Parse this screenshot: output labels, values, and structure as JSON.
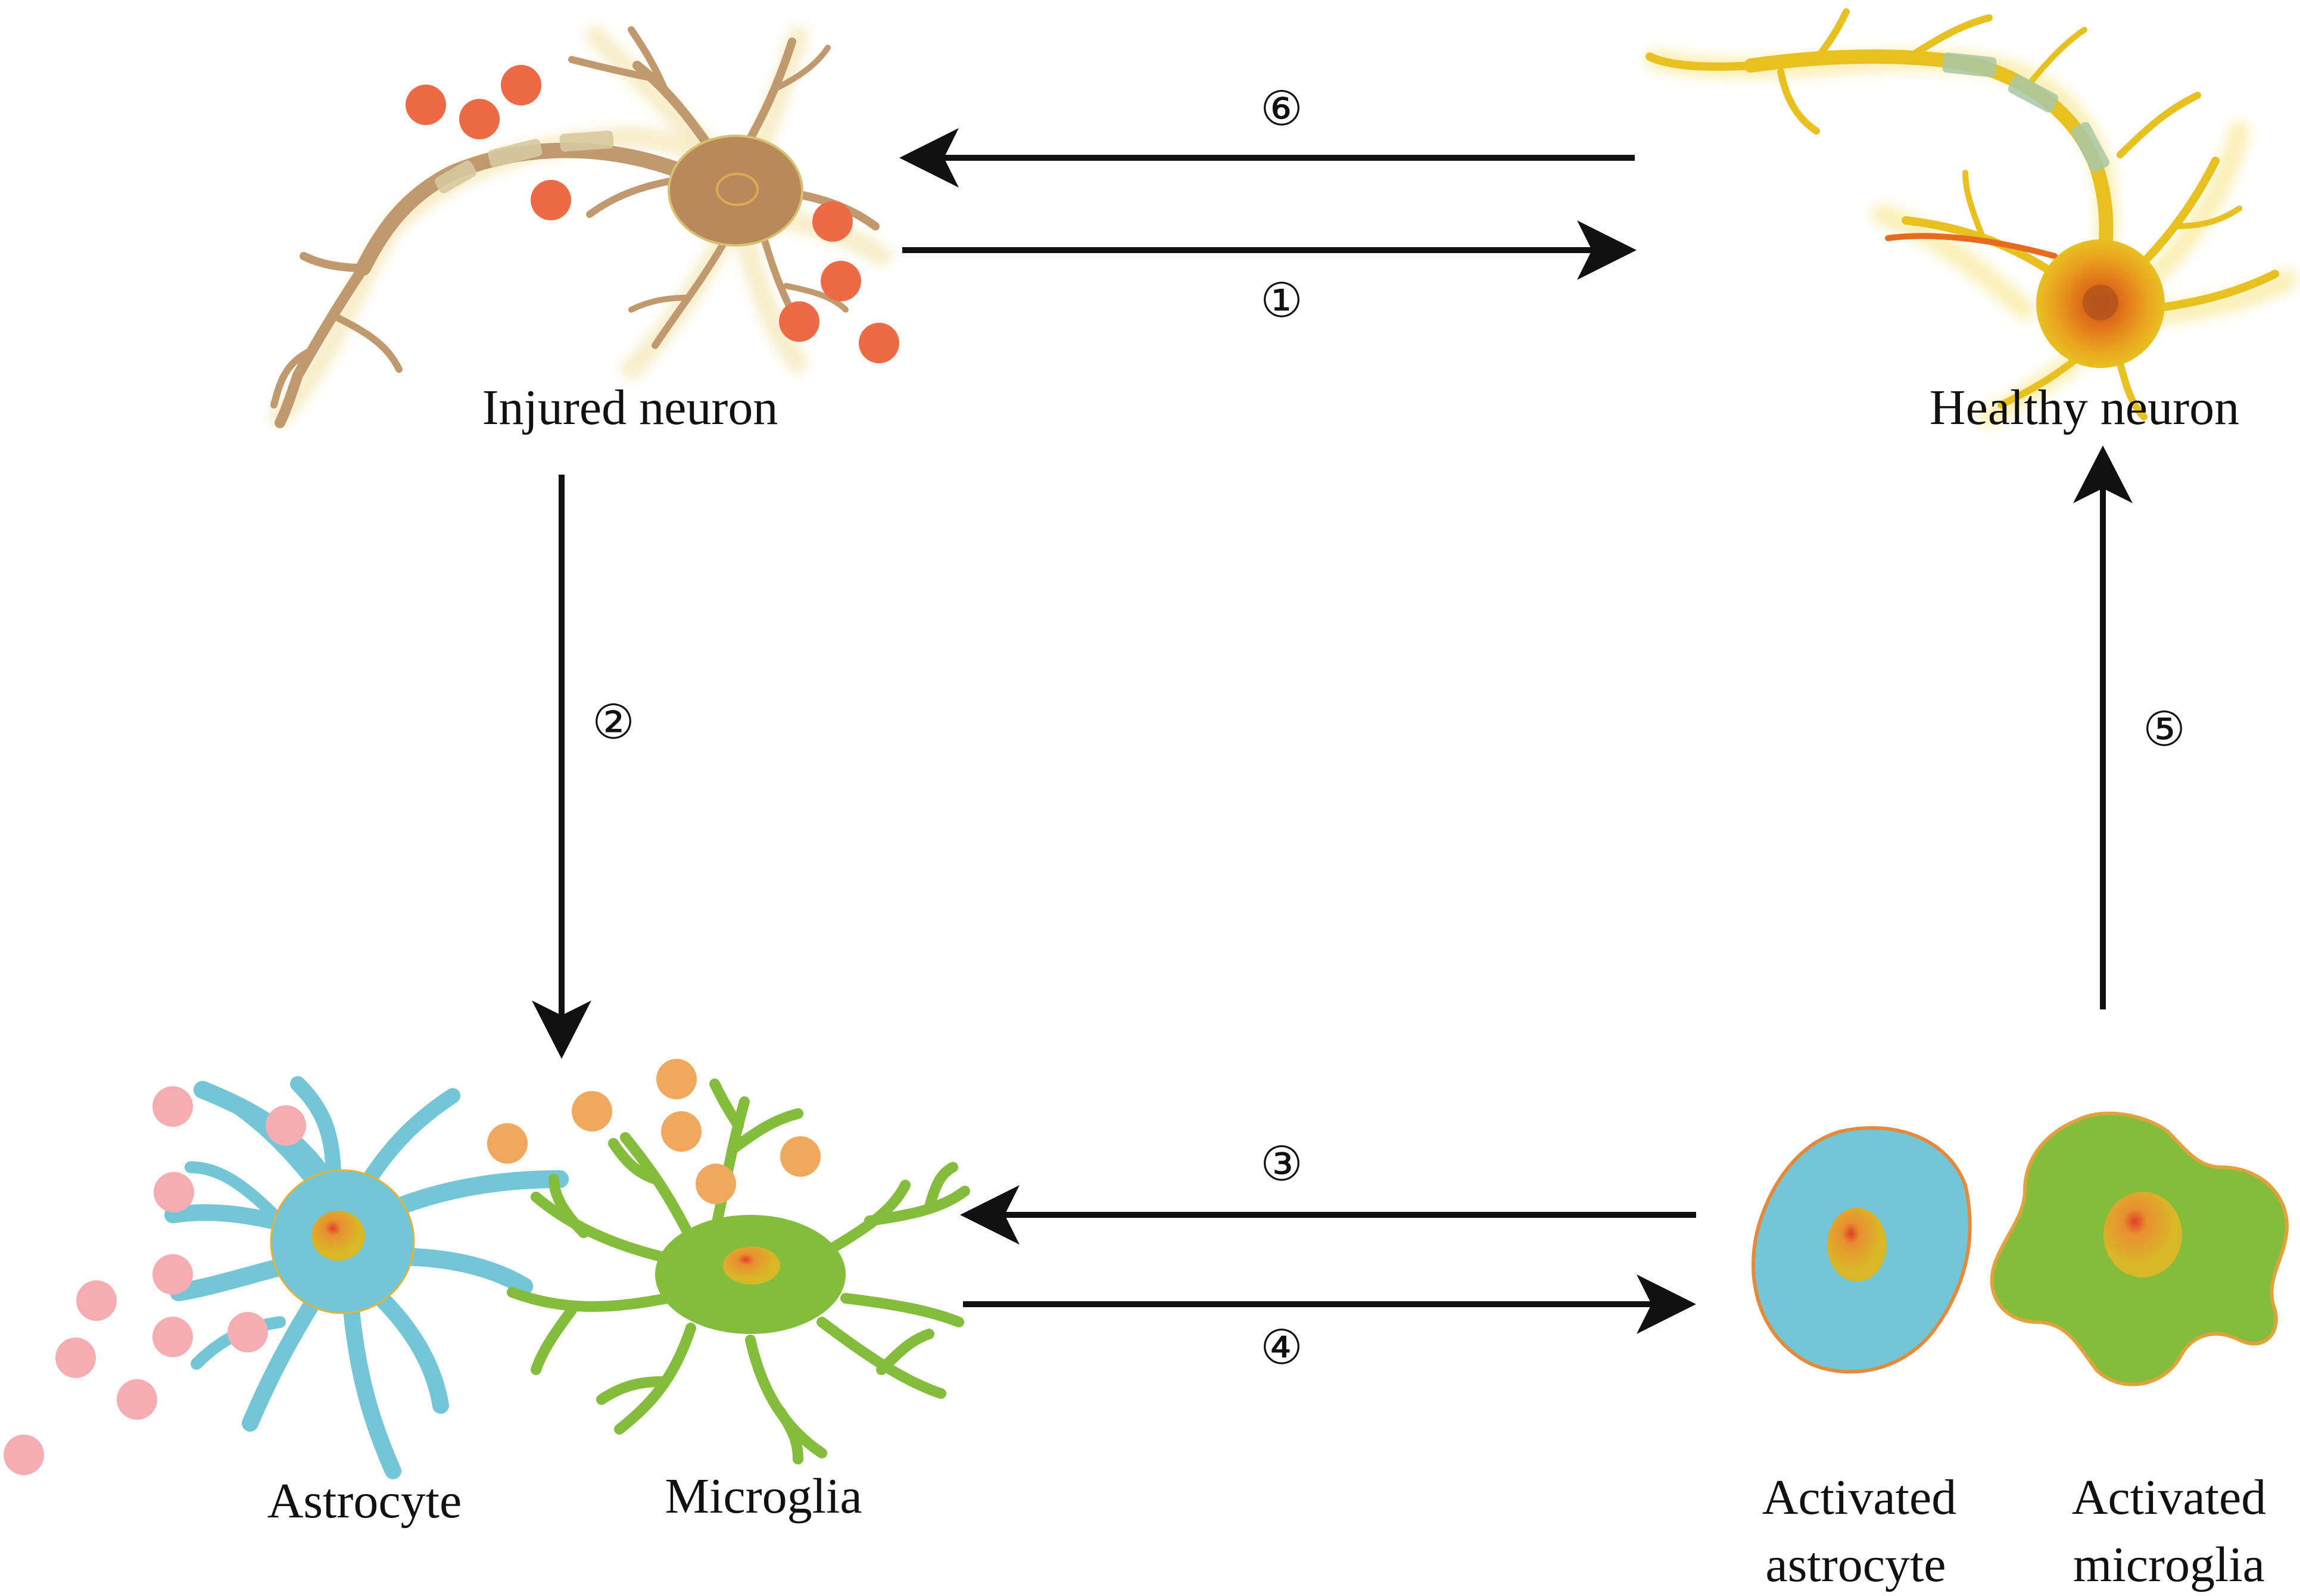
{
  "labels": {
    "injured_neuron": "Injured neuron",
    "healthy_neuron": "Healthy neuron",
    "astrocyte": "Astrocyte",
    "microglia": "Microglia",
    "activated_astrocyte_line1": "Activated",
    "activated_astrocyte_line2": "astrocyte",
    "activated_microglia_line1": "Activated",
    "activated_microglia_line2": "microglia"
  },
  "steps": {
    "s1": "①",
    "s2": "②",
    "s3": "③",
    "s4": "④",
    "s5": "⑤",
    "s6": "⑥"
  },
  "colors": {
    "injured_neuron": "#c09a6e",
    "injured_soma": "#b88a5a",
    "healthy_neuron": "#e8c020",
    "healthy_soma_center": "#e0721a",
    "astrocyte": "#72c6d6",
    "microglia": "#84bd3c",
    "nucleus": "#d9b828",
    "red_particle": "#ee6a45",
    "orange_particle": "#f0a85c",
    "pink_particle": "#f6adb2",
    "arrow": "#111111"
  }
}
